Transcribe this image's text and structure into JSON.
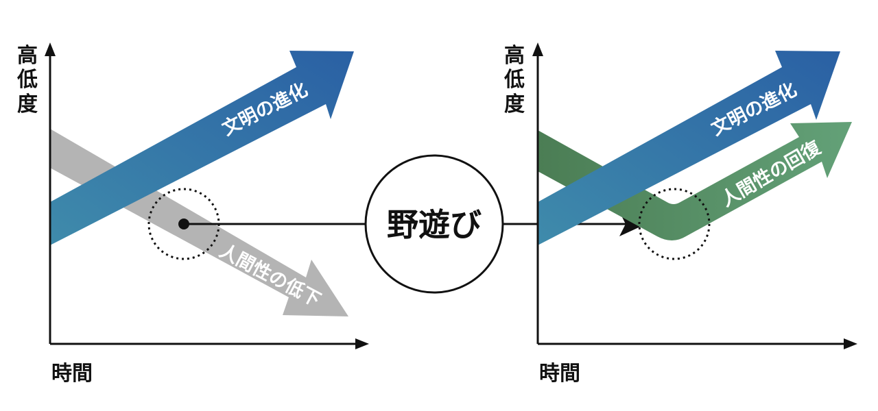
{
  "left_panel": {
    "y_axis_label": [
      "高",
      "低",
      "度"
    ],
    "x_axis_label": "時間",
    "civilization_arrow_label": "文明の進化",
    "humanity_arrow_label": "人間性の低下"
  },
  "right_panel": {
    "y_axis_label": [
      "高",
      "低",
      "度"
    ],
    "x_axis_label": "時間",
    "civilization_arrow_label": "文明の進化",
    "humanity_arrow_label": "人間性の回復"
  },
  "center": {
    "label": "野遊び"
  },
  "colors": {
    "blue_start": "#3b86aa",
    "blue_end": "#2a62a2",
    "gray": "#b4b4b4",
    "green_dark": "#4a7f55",
    "green_light": "#5e9a6e",
    "ink": "#111111"
  }
}
